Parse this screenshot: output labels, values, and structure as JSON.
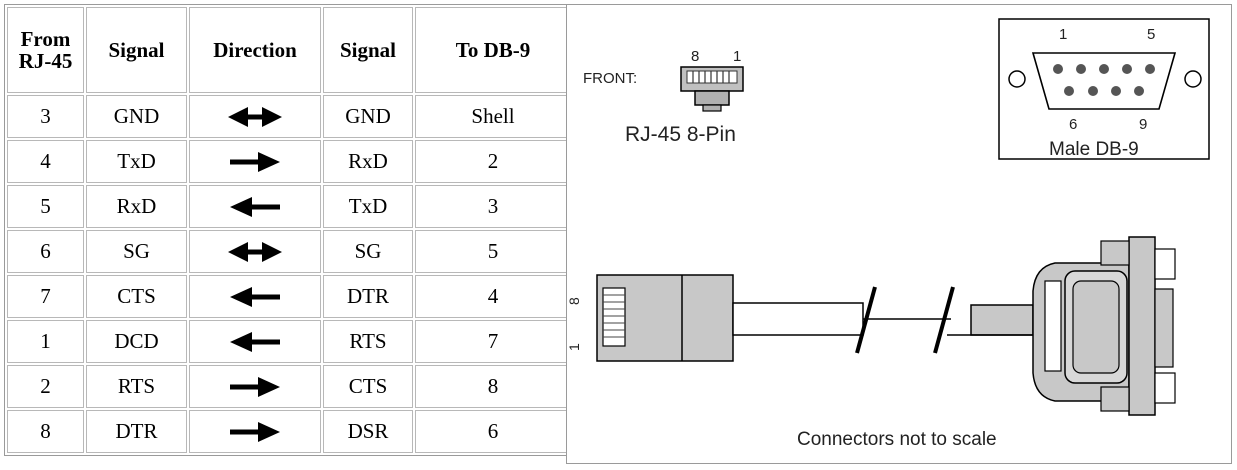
{
  "table": {
    "headers": [
      "From RJ-45",
      "Signal",
      "Direction",
      "Signal",
      "To DB-9"
    ],
    "header_lines": [
      [
        "From",
        "RJ-45"
      ],
      [
        "Signal"
      ],
      [
        "Direction"
      ],
      [
        "Signal"
      ],
      [
        "To DB-9"
      ]
    ],
    "rows": [
      {
        "rj45": "3",
        "signal_a": "GND",
        "direction": "both",
        "signal_b": "GND",
        "db9": "Shell"
      },
      {
        "rj45": "4",
        "signal_a": "TxD",
        "direction": "right",
        "signal_b": "RxD",
        "db9": "2"
      },
      {
        "rj45": "5",
        "signal_a": "RxD",
        "direction": "left",
        "signal_b": "TxD",
        "db9": "3"
      },
      {
        "rj45": "6",
        "signal_a": "SG",
        "direction": "both",
        "signal_b": "SG",
        "db9": "5"
      },
      {
        "rj45": "7",
        "signal_a": "CTS",
        "direction": "left",
        "signal_b": "DTR",
        "db9": "4"
      },
      {
        "rj45": "1",
        "signal_a": "DCD",
        "direction": "left",
        "signal_b": "RTS",
        "db9": "7"
      },
      {
        "rj45": "2",
        "signal_a": "RTS",
        "direction": "right",
        "signal_b": "CTS",
        "db9": "8"
      },
      {
        "rj45": "8",
        "signal_a": "DTR",
        "direction": "right",
        "signal_b": "DSR",
        "db9": "6"
      }
    ]
  },
  "diagram": {
    "front_label": "FRONT:",
    "rj45_pin_left": "8",
    "rj45_pin_right": "1",
    "rj45_caption": "RJ-45 8-Pin",
    "db9_pin_top_left": "1",
    "db9_pin_top_right": "5",
    "db9_pin_bottom_left": "6",
    "db9_pin_bottom_right": "9",
    "db9_caption": "Male DB-9",
    "plug_side_top": "8",
    "plug_side_bottom": "1",
    "footer_note": "Connectors not to scale"
  },
  "colors": {
    "arrow": "#000000",
    "connector_fill": "#c8c8c8",
    "border": "#9a9a9a"
  }
}
